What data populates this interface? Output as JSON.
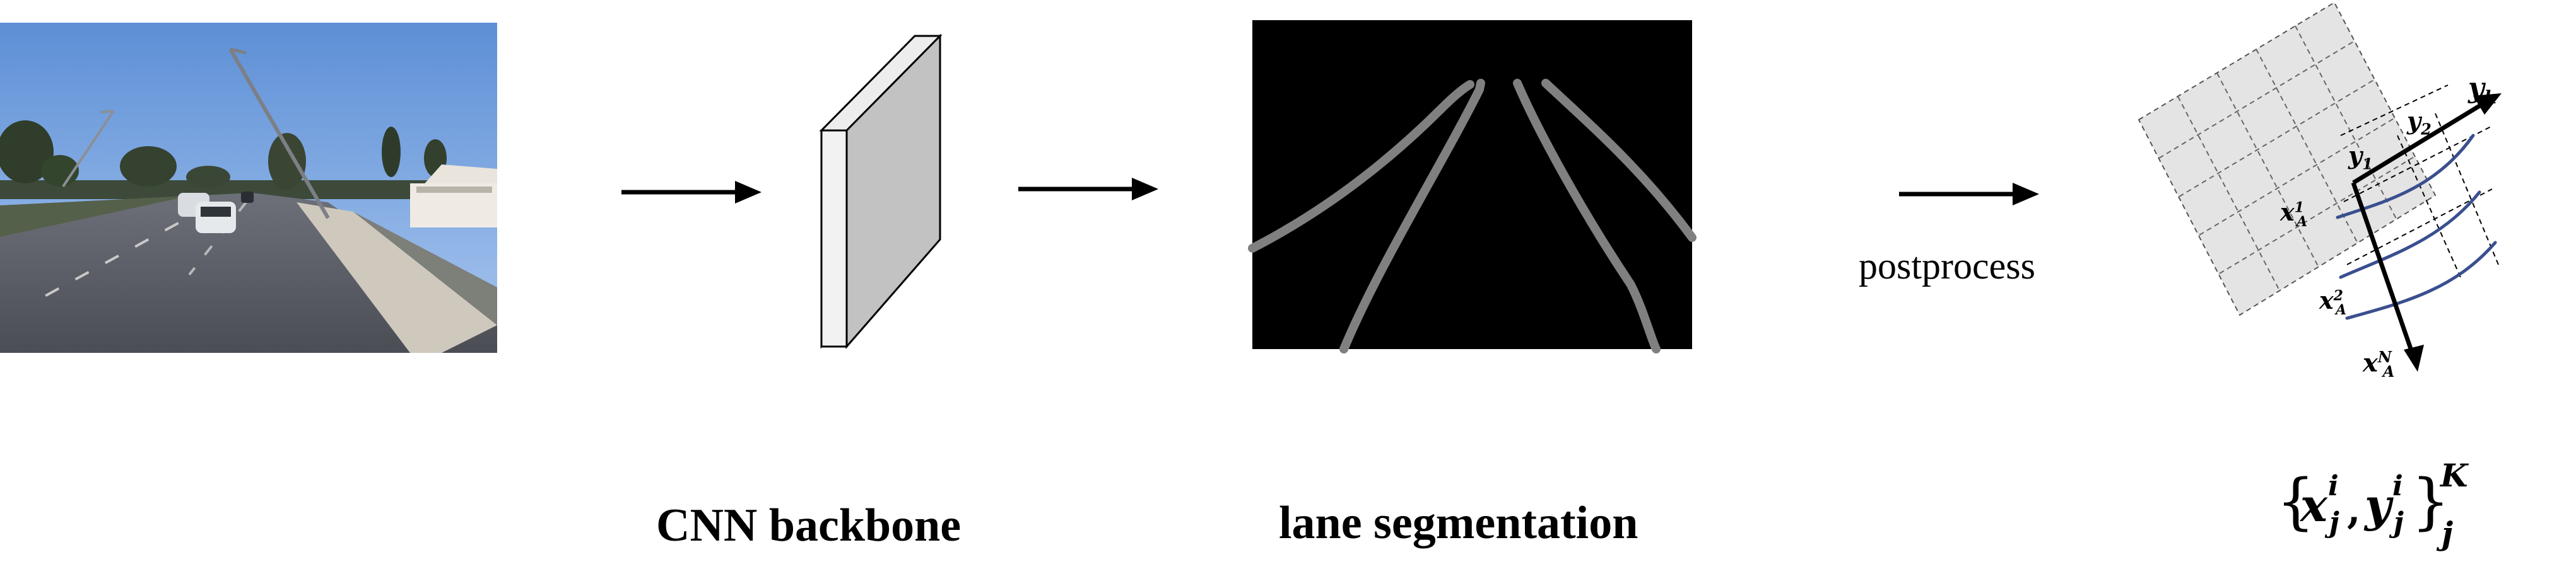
{
  "pipeline": {
    "backbone_label": "CNN backbone",
    "segmentation_label": "lane segmentation",
    "postprocess_label": "postprocess"
  },
  "anchor_grid": {
    "axis_y_labels": {
      "y1": "y",
      "y1_sub": "1",
      "y2": "y",
      "y2_sub": "2",
      "yk": "y",
      "yk_sub": "k"
    },
    "axis_x_labels": {
      "x1": "x",
      "x1_sub": "A",
      "x1_sup": "1",
      "x2": "x",
      "x2_sub": "A",
      "x2_sup": "2",
      "xn": "x",
      "xn_sub": "A",
      "xn_sup": "N"
    }
  },
  "output_formula": {
    "open_brace": "{",
    "x": "x",
    "x_sup": "i",
    "x_sub": "j",
    "comma": ",",
    "y": "y",
    "y_sup": "i",
    "y_sub": "j",
    "close_brace": "}",
    "outer_sup": "K",
    "outer_sub": "j"
  },
  "colors": {
    "lane_mask": "#808080",
    "mask_background": "#000000",
    "fit_curve": "#3a4f8f",
    "grid_cell": "#e4e4e4"
  }
}
